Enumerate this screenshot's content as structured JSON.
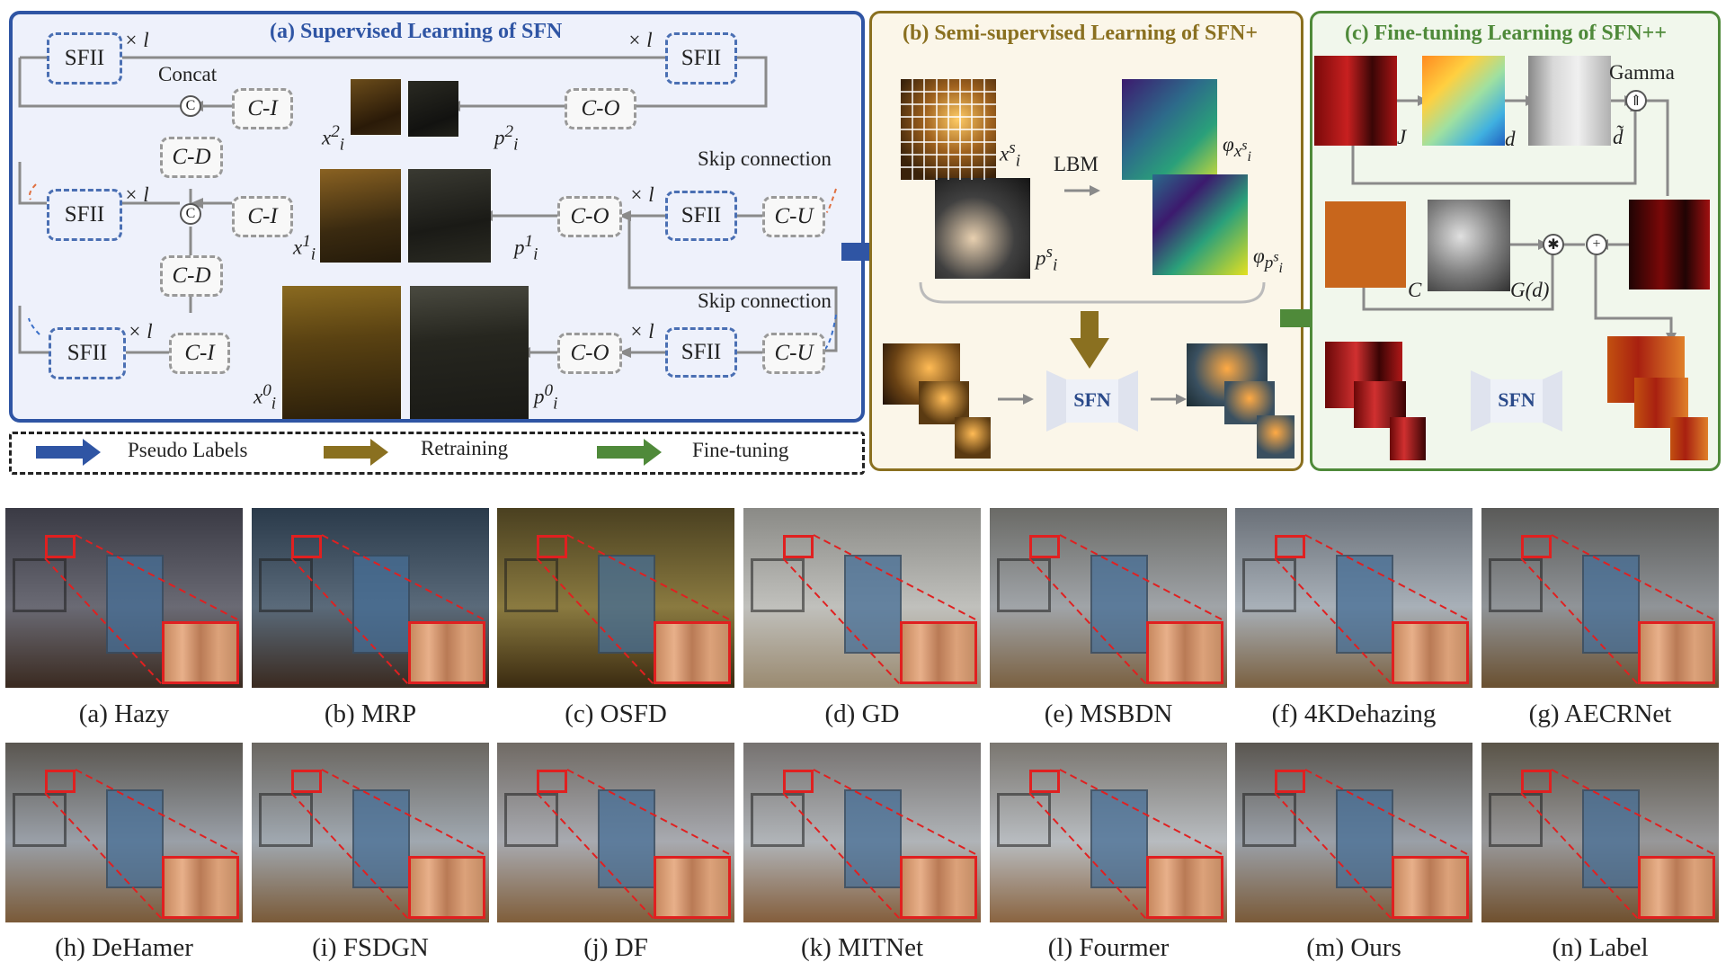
{
  "panel_a": {
    "title": "(a) Supervised Learning of SFN",
    "sfii": "SFII",
    "times_l": "× l",
    "concat": "Concat",
    "ci": "C-I",
    "co": "C-O",
    "cd": "C-D",
    "cu": "C-U",
    "skip": "Skip connection",
    "x2": "x",
    "p2": "p",
    "c_symbol": "C"
  },
  "panel_b": {
    "title": "(b) Semi-supervised Learning of SFN+",
    "lbm": "LBM",
    "sfn": "SFN",
    "x_label": "x",
    "p_label": "p",
    "phi_x": "φ",
    "phi_p": "φ"
  },
  "panel_c": {
    "title": "(c) Fine-tuning Learning of SFN++",
    "gamma": "Gamma",
    "J": "J",
    "d": "d",
    "d_tilde": "d̃",
    "C": "C",
    "Gd": "G(d)",
    "sfn": "SFN"
  },
  "legend": {
    "pseudo": "Pseudo Labels",
    "retraining": "Retraining",
    "finetuning": "Fine-tuning"
  },
  "colors": {
    "blue": "#2f55a4",
    "olive": "#8a7020",
    "green": "#4f8a3a",
    "red": "#e02020"
  },
  "results_row1": [
    "(a) Hazy",
    "(b) MRP",
    "(c) OSFD",
    "(d) GD",
    "(e) MSBDN",
    "(f) 4KDehazing",
    "(g) AECRNet"
  ],
  "results_row2": [
    "(h) DeHamer",
    "(i) FSDGN",
    "(j) DF",
    "(k) MITNet",
    "(l) Fourmer",
    "(m) Ours",
    "(n) Label"
  ]
}
